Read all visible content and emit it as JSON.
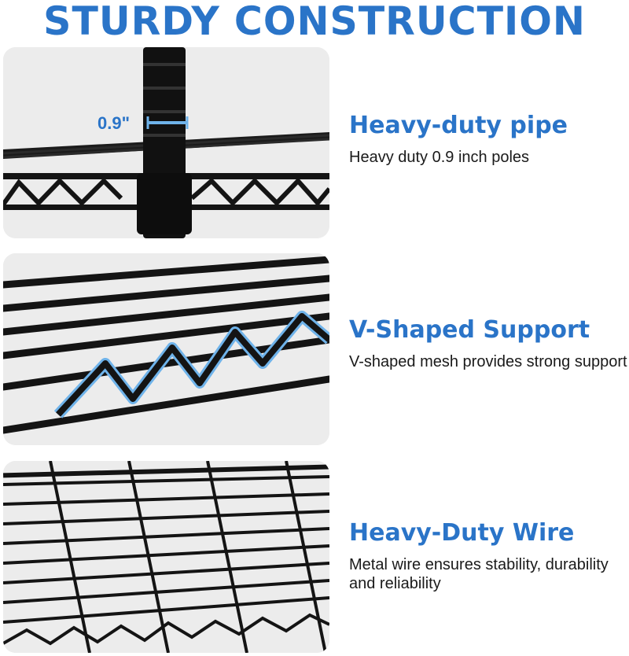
{
  "headline": "STURDY CONSTRUCTION",
  "features": [
    {
      "title": "Heavy-duty pipe",
      "description": "Heavy duty 0.9 inch poles",
      "measure_label": "0.9\""
    },
    {
      "title": "V-Shaped Support",
      "description": "V-shaped mesh provides strong support"
    },
    {
      "title": "Heavy-Duty Wire",
      "description": "Metal wire ensures stability, durability and reliability"
    }
  ],
  "colors": {
    "accent": "#2a74c8",
    "highlight": "#6fb3ea",
    "panel_bg": "#ececec",
    "metal": "#141414"
  }
}
